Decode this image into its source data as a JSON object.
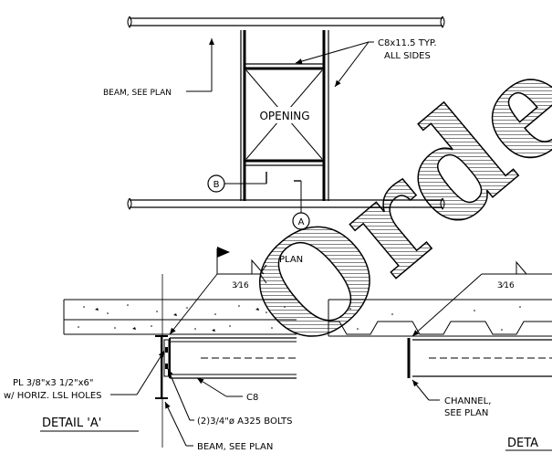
{
  "plan": {
    "labels": {
      "beam_callout": "BEAM, SEE PLAN",
      "channel_callout_line1": "C8x11.5 TYP.",
      "channel_callout_line2": "ALL SIDES",
      "opening": "OPENING",
      "detail_marker_b": "B",
      "detail_marker_a": "A"
    }
  },
  "detail_a": {
    "weld_symbol_size": "3⁄16",
    "weld_note": "PLAN",
    "plate_callout_line1": "PL 3/8\"x3 1/2\"x6\"",
    "plate_callout_line2": "w/ HORIZ. LSL HOLES",
    "channel_callout": "C8",
    "bolts_callout": "(2)3/4\"ø A325 BOLTS",
    "beam_callout": "BEAM, SEE PLAN",
    "title": "DETAIL 'A'"
  },
  "detail_b": {
    "weld_symbol_size": "3⁄16",
    "channel_callout_line1": "CHANNEL,",
    "channel_callout_line2": "SEE PLAN",
    "title_partial": "DETA"
  },
  "watermark": {
    "text": "Orde"
  }
}
